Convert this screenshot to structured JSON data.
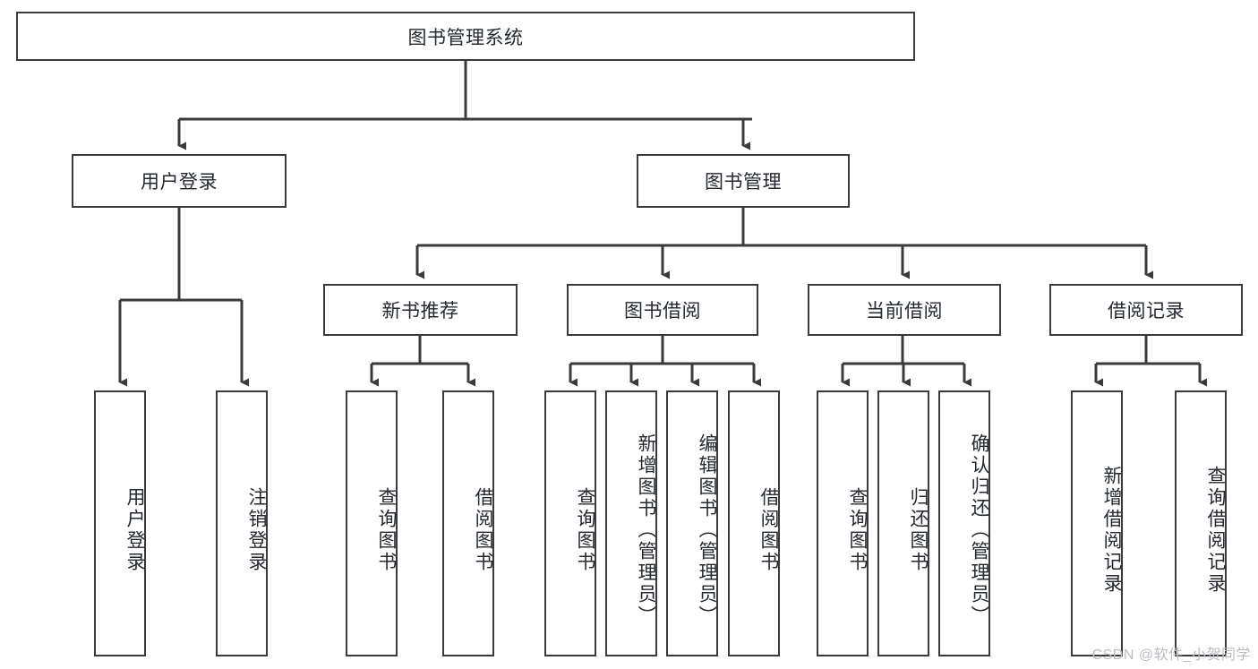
{
  "diagram": {
    "title": "图书管理系统",
    "type": "tree-diagram",
    "stroke_color": "#3a3a3a",
    "text_color": "#24292f",
    "background": "#ffffff",
    "root": {
      "id": "root",
      "label": "图书管理系统",
      "orientation": "horizontal"
    },
    "level2": [
      {
        "id": "user-login",
        "label": "用户登录",
        "orientation": "horizontal"
      },
      {
        "id": "book-management",
        "label": "图书管理",
        "orientation": "horizontal"
      }
    ],
    "level3": [
      {
        "id": "new-book-recommend",
        "label": "新书推荐",
        "orientation": "horizontal"
      },
      {
        "id": "book-borrow",
        "label": "图书借阅",
        "orientation": "horizontal"
      },
      {
        "id": "current-borrow",
        "label": "当前借阅",
        "orientation": "horizontal"
      },
      {
        "id": "borrow-record",
        "label": "借阅记录",
        "orientation": "horizontal"
      }
    ],
    "leaves": [
      {
        "id": "leaf-user-login",
        "label": "用户登录",
        "parent": "user-login",
        "orientation": "vertical"
      },
      {
        "id": "leaf-user-logout",
        "label": "注销登录",
        "parent": "user-login",
        "orientation": "vertical"
      },
      {
        "id": "leaf-query-book-1",
        "label": "查询图书",
        "parent": "new-book-recommend",
        "orientation": "vertical"
      },
      {
        "id": "leaf-borrow-book-1",
        "label": "借阅图书",
        "parent": "new-book-recommend",
        "orientation": "vertical"
      },
      {
        "id": "leaf-query-book-2",
        "label": "查询图书",
        "parent": "book-borrow",
        "orientation": "vertical"
      },
      {
        "id": "leaf-add-book",
        "label": "新增图书（管理员）",
        "parent": "book-borrow",
        "orientation": "vertical"
      },
      {
        "id": "leaf-edit-book",
        "label": "编辑图书（管理员）",
        "parent": "book-borrow",
        "orientation": "vertical"
      },
      {
        "id": "leaf-borrow-book-2",
        "label": "借阅图书",
        "parent": "book-borrow",
        "orientation": "vertical"
      },
      {
        "id": "leaf-query-book-3",
        "label": "查询图书",
        "parent": "current-borrow",
        "orientation": "vertical"
      },
      {
        "id": "leaf-return-book",
        "label": "归还图书",
        "parent": "current-borrow",
        "orientation": "vertical"
      },
      {
        "id": "leaf-confirm-return",
        "label": "确认归还（管理员）",
        "parent": "current-borrow",
        "orientation": "vertical"
      },
      {
        "id": "leaf-add-record",
        "label": "新增借阅记录",
        "parent": "borrow-record",
        "orientation": "vertical"
      },
      {
        "id": "leaf-query-record",
        "label": "查询借阅记录",
        "parent": "borrow-record",
        "orientation": "vertical"
      }
    ]
  },
  "watermark": {
    "text": "CSDN @软件_小贺同学"
  }
}
